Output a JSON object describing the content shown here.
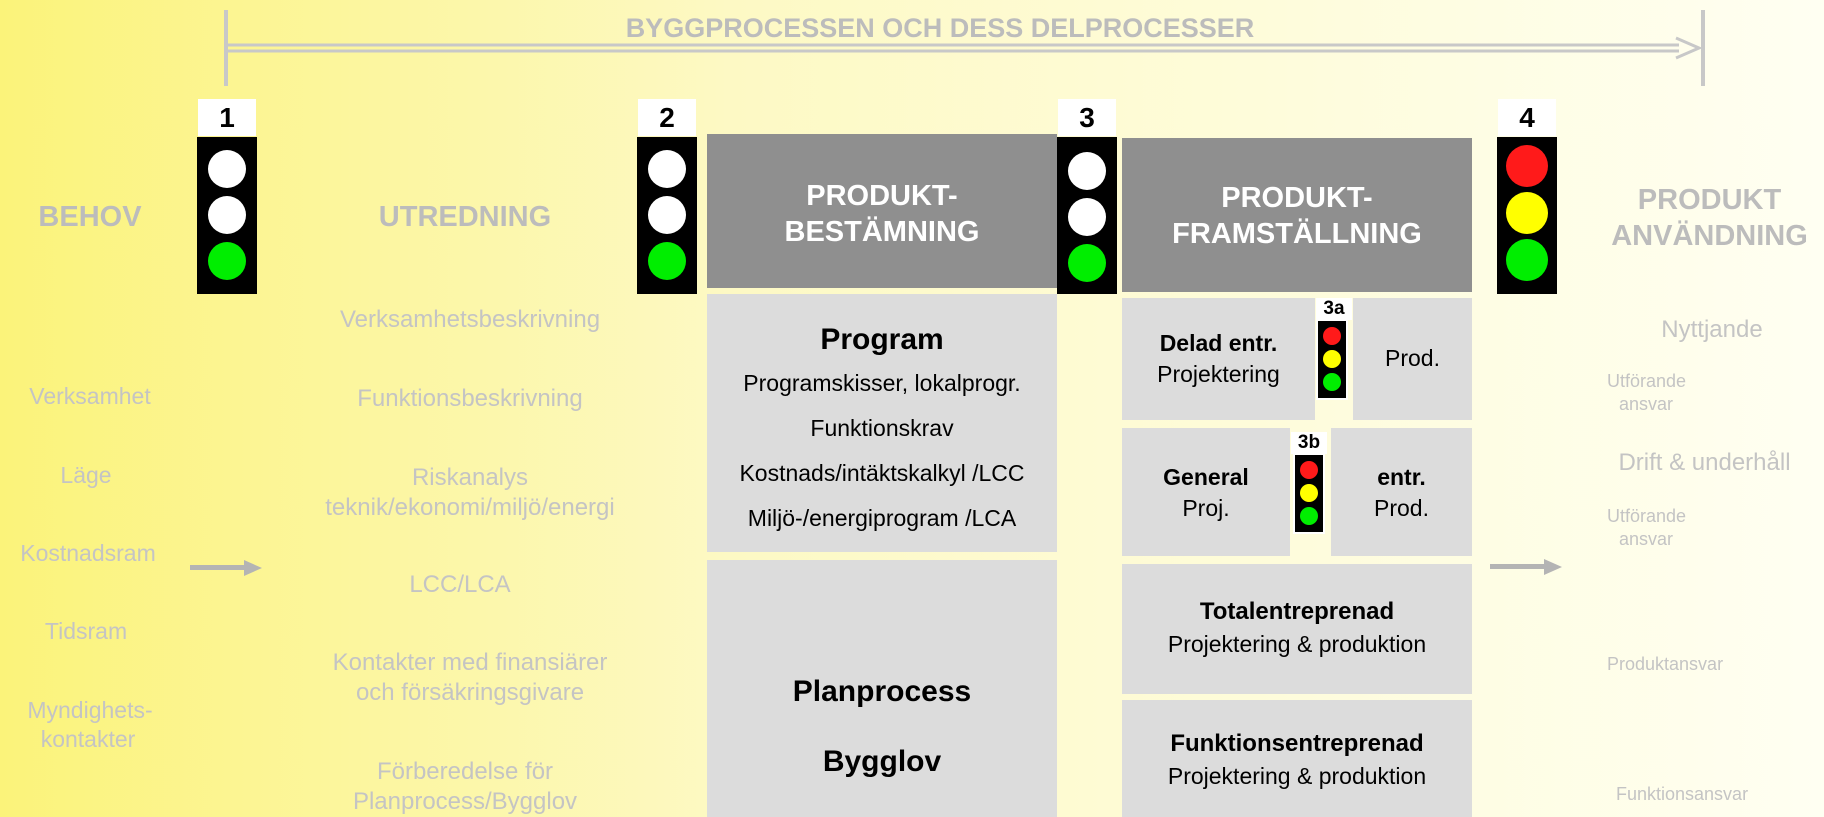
{
  "title": "BYGGPROCESSEN OCH DESS DELPROCESSER",
  "colors": {
    "red": "#ff1a1a",
    "yellow": "#ffff00",
    "green": "#00ee00",
    "white": "#ffffff",
    "box_grey": "#dcdcdc",
    "header_grey": "#8f8f8f",
    "faded_text": "#c4c4c4"
  },
  "gates": [
    {
      "number": "1",
      "lamps": [
        "white",
        "white",
        "green"
      ]
    },
    {
      "number": "2",
      "lamps": [
        "white",
        "white",
        "green"
      ]
    },
    {
      "number": "3",
      "lamps": [
        "white",
        "white",
        "green"
      ]
    },
    {
      "number": "4",
      "lamps": [
        "red",
        "yellow",
        "green"
      ]
    }
  ],
  "phases": {
    "behov": "BEHOV",
    "utredning": "UTREDNING",
    "produktbestamning": {
      "line1": "PRODUKT-",
      "line2": "BESTÄMNING"
    },
    "produktframstallning": {
      "line1": "PRODUKT-",
      "line2": "FRAMSTÄLLNING"
    },
    "produktanvandning": {
      "line1": "PRODUKT",
      "line2": "ANVÄNDNING"
    }
  },
  "behov_items": [
    "Verksamhet",
    "Läge",
    "Kostnadsram",
    "Tidsram",
    "Myndighets-",
    "kontakter"
  ],
  "utredning_items": {
    "i1": "Verksamhetsbeskrivning",
    "i2": "Funktionsbeskrivning",
    "i3a": "Riskanalys",
    "i3b": "teknik/ekonomi/miljö/energi",
    "i4": "LCC/LCA",
    "i5a": "Kontakter med finansiärer",
    "i5b": "och försäkringsgivare",
    "i6a": "Förberedelse för",
    "i6b": "Planprocess/Bygglov"
  },
  "program_box": {
    "title": "Program",
    "items": [
      "Programskisser, lokalprogr.",
      "Funktionskrav",
      "Kostnads/intäktskalkyl /LCC",
      "Miljö-/energiprogram /LCA"
    ]
  },
  "plan_box": {
    "line1": "Planprocess",
    "line2": "Bygglov"
  },
  "delad": {
    "gate": "3a",
    "title": "Delad entr.",
    "sub": "Projektering",
    "right": "Prod."
  },
  "general": {
    "gate": "3b",
    "title": "General",
    "sub": "Proj.",
    "right_title": "entr.",
    "right_sub": "Prod."
  },
  "total": {
    "title": "Totalentreprenad",
    "sub": "Projektering & produktion"
  },
  "funktion": {
    "title": "Funktionsentreprenad",
    "sub": "Projektering & produktion"
  },
  "anvandning_items": {
    "nyttjande": "Nyttjande",
    "utf1a": "Utförande",
    "utf1b": "ansvar",
    "drift": "Drift & underhåll",
    "utf2a": "Utförande",
    "utf2b": "ansvar",
    "produktansvar": "Produktansvar",
    "funktionsansvar": "Funktionsansvar"
  }
}
